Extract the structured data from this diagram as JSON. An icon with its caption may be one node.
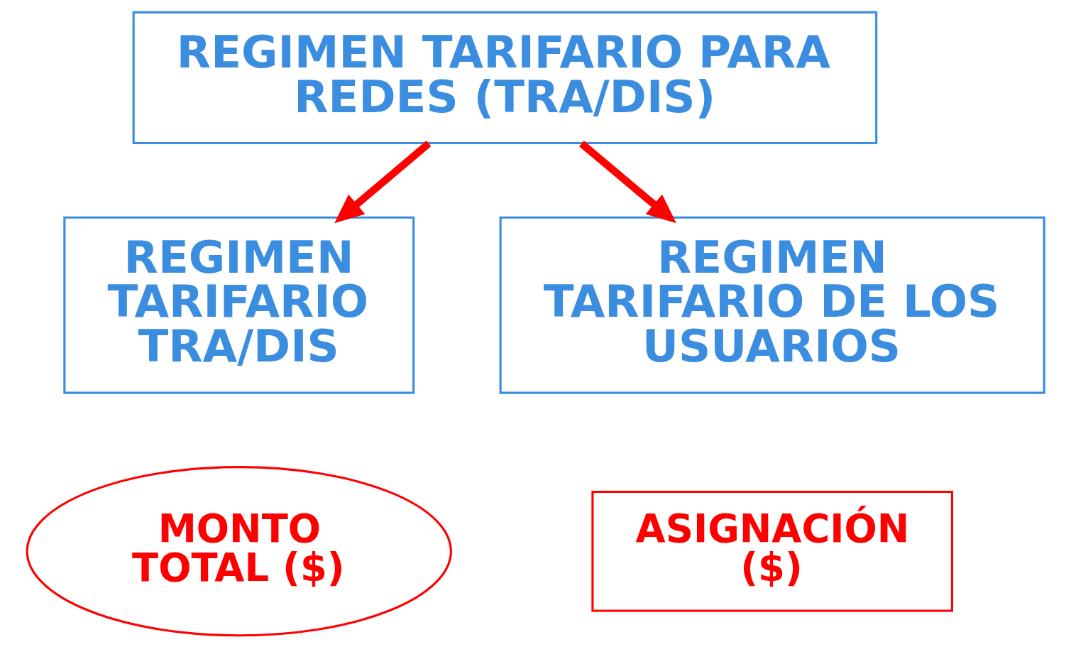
{
  "diagram": {
    "nodes": [
      {
        "text": [
          "REGIMEN TARIFARIO PARA REDES (TRA/DIS)"
        ]
      },
      {
        "text": [
          "REGIMEN TARIFARIO TRA/DIS"
        ]
      },
      {
        "text": [
          "REGIMEN TARIFARIO DE LOS USUARIOS"
        ]
      },
      {
        "text": [
          "MONTO TOTAL ($)"
        ]
      },
      {
        "text": [
          "ASIGNACIÓN ($)"
        ]
      }
    ],
    "edges": [
      {
        "from": 0,
        "to": 1,
        "arrow": "to",
        "color": "#ff0000"
      },
      {
        "from": 0,
        "to": 2,
        "arrow": "to",
        "color": "#ff0000"
      }
    ]
  }
}
